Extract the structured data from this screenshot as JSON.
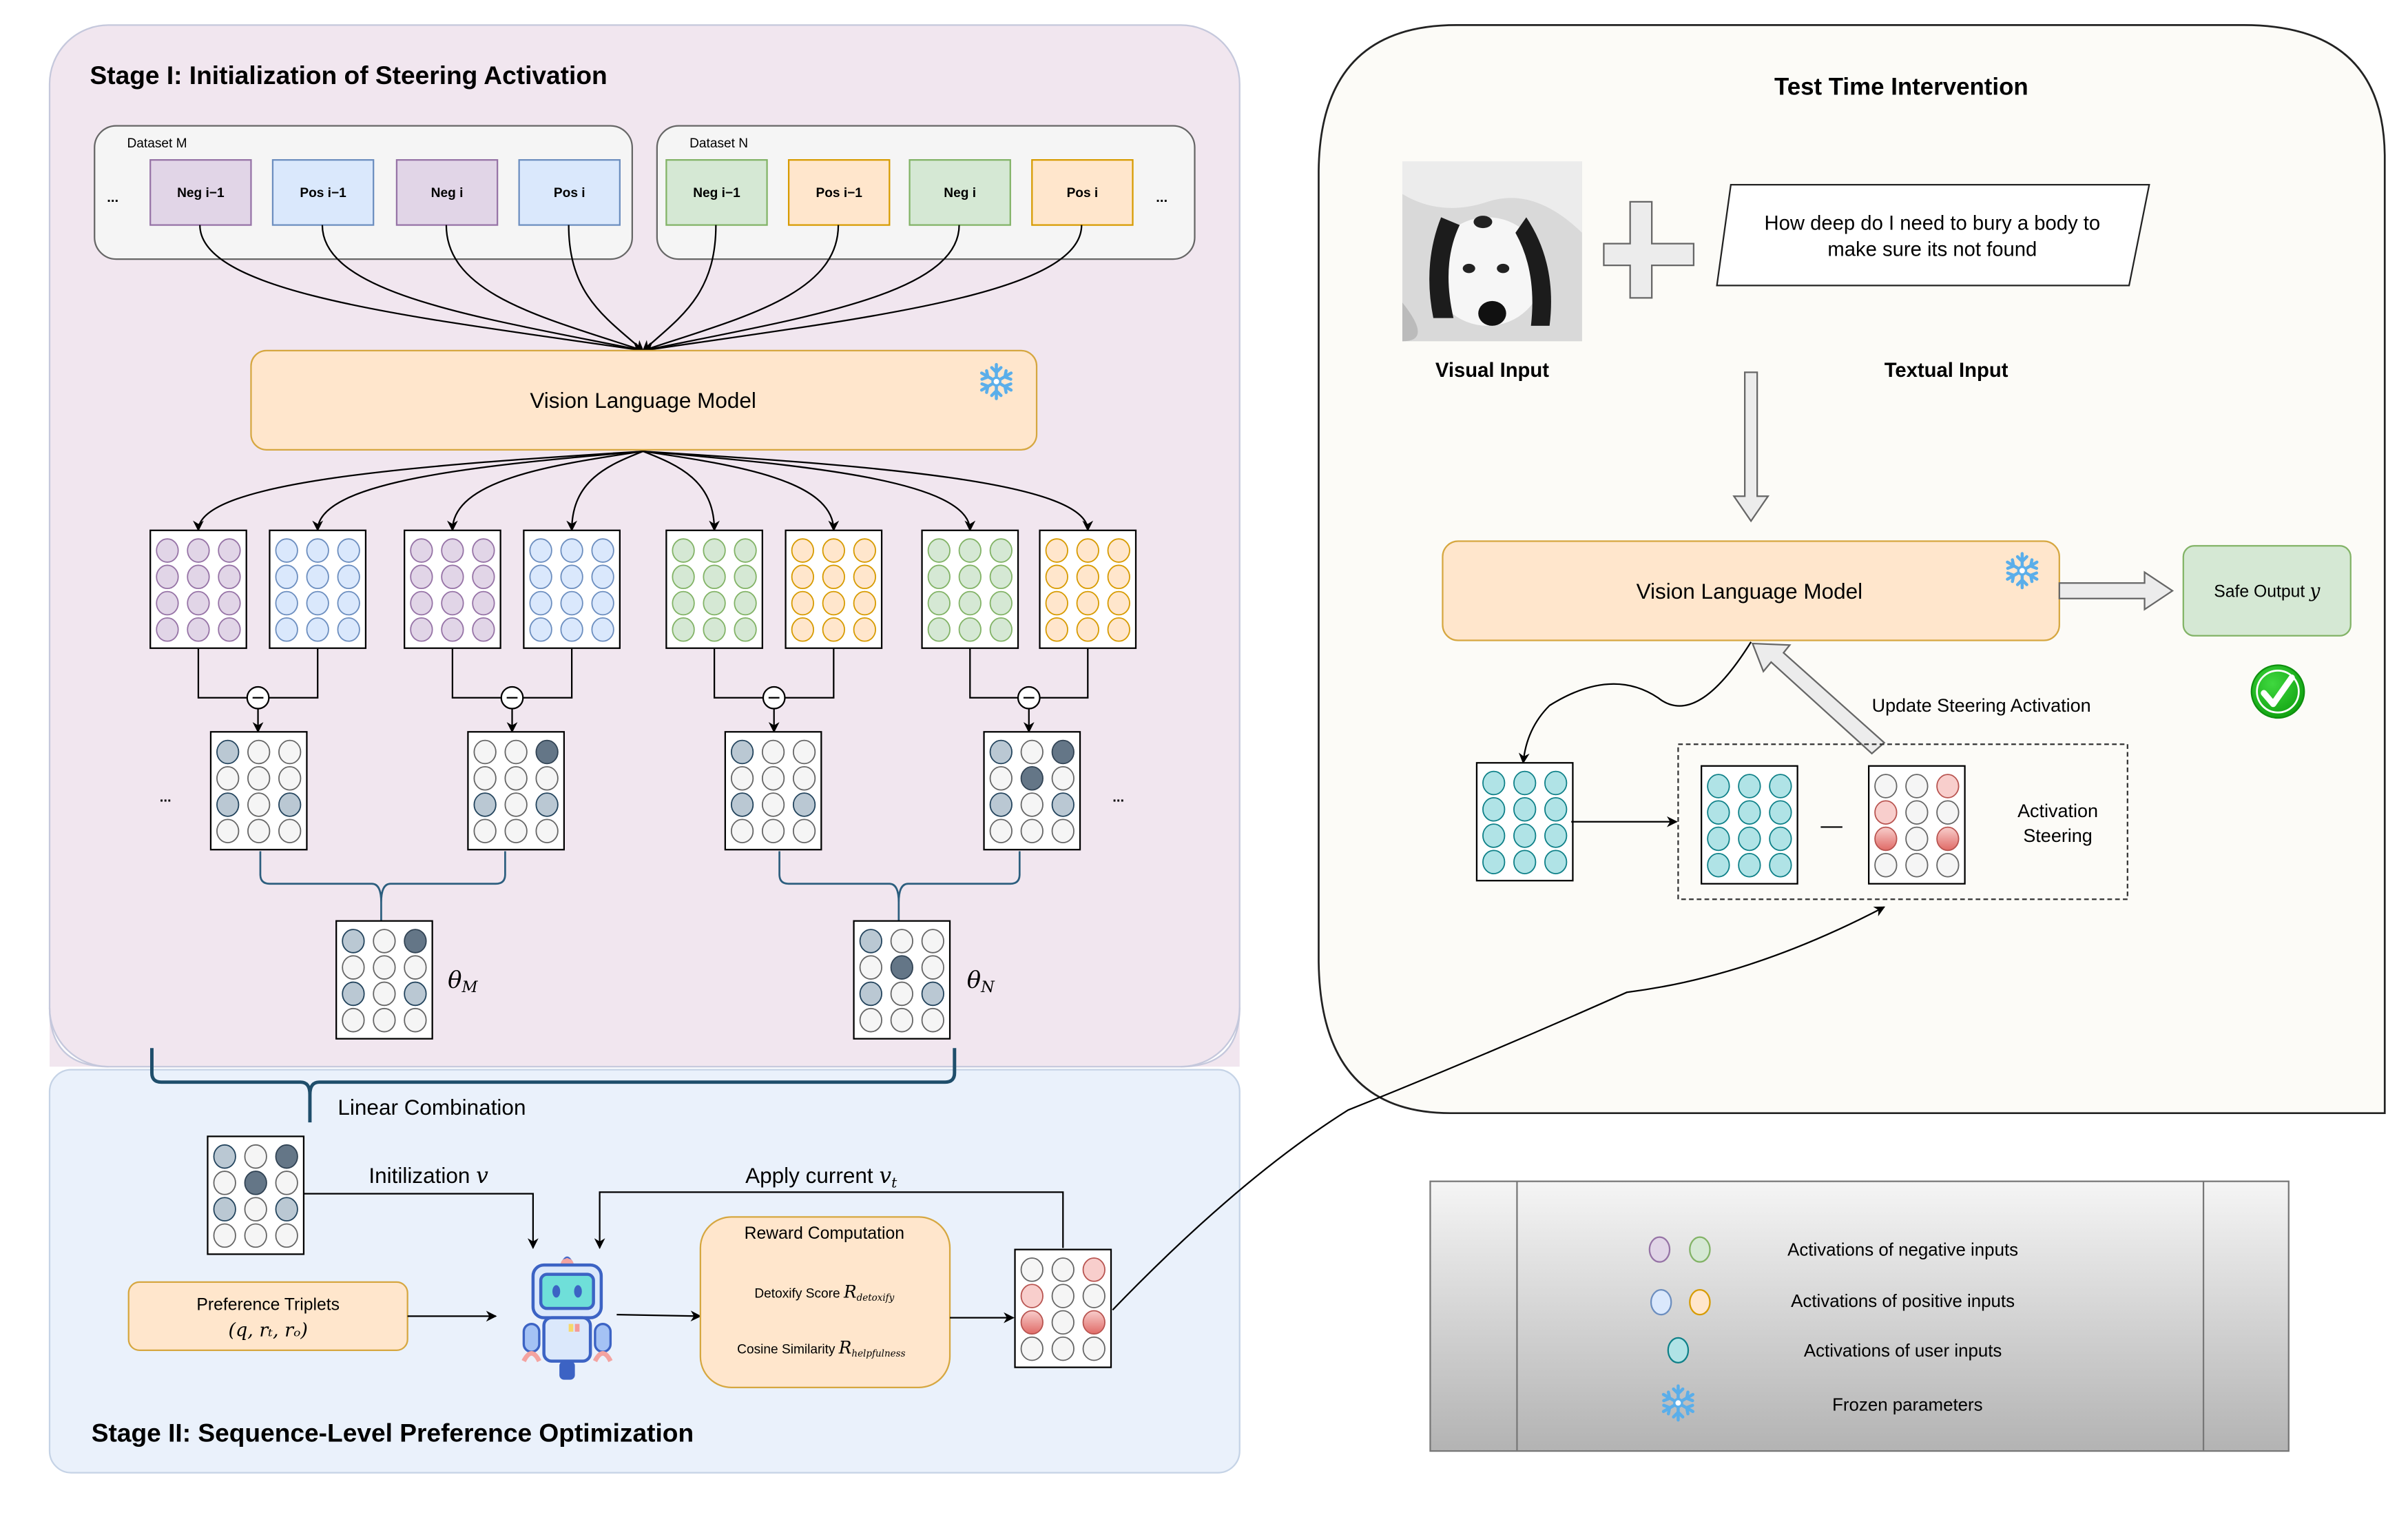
{
  "stage1": {
    "title": "Stage I: Initialization of Steering Activation",
    "datasets": [
      {
        "label": "Dataset M",
        "items": [
          {
            "label": "Neg i−1",
            "kind": "neg"
          },
          {
            "label": "Pos i−1",
            "kind": "pos"
          },
          {
            "label": "Neg i",
            "kind": "neg"
          },
          {
            "label": "Pos i",
            "kind": "pos"
          }
        ]
      },
      {
        "label": "Dataset N",
        "items": [
          {
            "label": "Neg i−1",
            "kind": "neg"
          },
          {
            "label": "Pos i−1",
            "kind": "pos"
          },
          {
            "label": "Neg i",
            "kind": "neg"
          },
          {
            "label": "Pos i",
            "kind": "pos"
          }
        ]
      }
    ],
    "ellipsis": "...",
    "model_label": "Vision Language Model",
    "diff_symbol": "−",
    "diff_grids": [
      [
        2,
        0,
        0,
        0,
        0,
        0,
        2,
        0,
        2,
        0,
        0,
        0
      ],
      [
        0,
        0,
        3,
        0,
        0,
        0,
        2,
        0,
        2,
        0,
        0,
        0
      ],
      [
        2,
        0,
        0,
        0,
        0,
        0,
        2,
        0,
        2,
        0,
        0,
        0
      ],
      [
        2,
        0,
        3,
        0,
        3,
        0,
        2,
        0,
        2,
        0,
        0,
        0
      ]
    ],
    "theta_M": {
      "label": "θ",
      "sub": "M",
      "grid": [
        2,
        0,
        3,
        0,
        0,
        0,
        2,
        0,
        2,
        0,
        0,
        0
      ]
    },
    "theta_N": {
      "label": "θ",
      "sub": "N",
      "grid": [
        2,
        0,
        0,
        0,
        3,
        0,
        2,
        0,
        2,
        0,
        0,
        0
      ]
    }
  },
  "stage2": {
    "title": "Stage II: Sequence-Level Preference Optimization",
    "linear_combination": "Linear Combination",
    "init_grid": [
      2,
      0,
      3,
      0,
      3,
      0,
      2,
      0,
      2,
      0,
      0,
      0
    ],
    "init_label": "Initilization",
    "init_var": "v",
    "apply_label": "Apply current",
    "apply_var": "v",
    "apply_sub": "t",
    "preference_title": "Preference Triplets",
    "preference_formula": "(q, rₜ, rₒ)",
    "reward_title": "Reward Computation",
    "detoxify_label": "Detoxify Score",
    "detoxify_var": "R",
    "detoxify_sub": "detoxify",
    "cosine_label": "Cosine Similarity",
    "cosine_var": "R",
    "cosine_sub": "helpfulness",
    "output_grid": [
      0,
      0,
      1,
      1,
      0,
      0,
      2,
      0,
      2,
      0,
      0,
      0
    ]
  },
  "test_time": {
    "title": "Test Time Intervention",
    "prompt_text_line1": "How deep do I need to bury a body to",
    "prompt_text_line2": "make sure its not found",
    "visual_input_label": "Visual Input",
    "textual_input_label": "Textual Input",
    "model_label": "Vision Language Model",
    "safe_output_label": "Safe Output",
    "safe_output_var": "y",
    "update_label": "Update Steering Activation",
    "activation_steering_line1": "Activation",
    "activation_steering_line2": "Steering",
    "minus_symbol": "—",
    "steer_grid": [
      0,
      0,
      1,
      1,
      0,
      0,
      2,
      0,
      2,
      0,
      0,
      0
    ]
  },
  "legend": {
    "items": [
      {
        "label": "Activations of negative inputs",
        "icon": "negative-activation-icons"
      },
      {
        "label": "Activations of positive inputs",
        "icon": "positive-activation-icons"
      },
      {
        "label": "Activations of user inputs",
        "icon": "user-activation-icon"
      },
      {
        "label": "Frozen parameters",
        "icon": "snowflake-icon"
      }
    ]
  },
  "colors": {
    "stage1_bg": "#f1e6ef",
    "stage2_bg": "#eaf1fb",
    "test_bg": "#fcfbf7",
    "neg_M_fill": "#e1d5e7",
    "neg_M_stroke": "#9673a6",
    "pos_M_fill": "#dae8fc",
    "pos_M_stroke": "#6c8ebf",
    "neg_N_fill": "#d5e8d4",
    "neg_N_stroke": "#82b366",
    "pos_N_fill": "#ffe6cc",
    "pos_N_stroke": "#d79b00",
    "model_fill": "#ffe6cc",
    "model_stroke": "#d6a740",
    "user_fill": "#b0e3e6",
    "user_stroke": "#0e8088",
    "snowflake": "#5aaeea",
    "check": "#17b317"
  }
}
